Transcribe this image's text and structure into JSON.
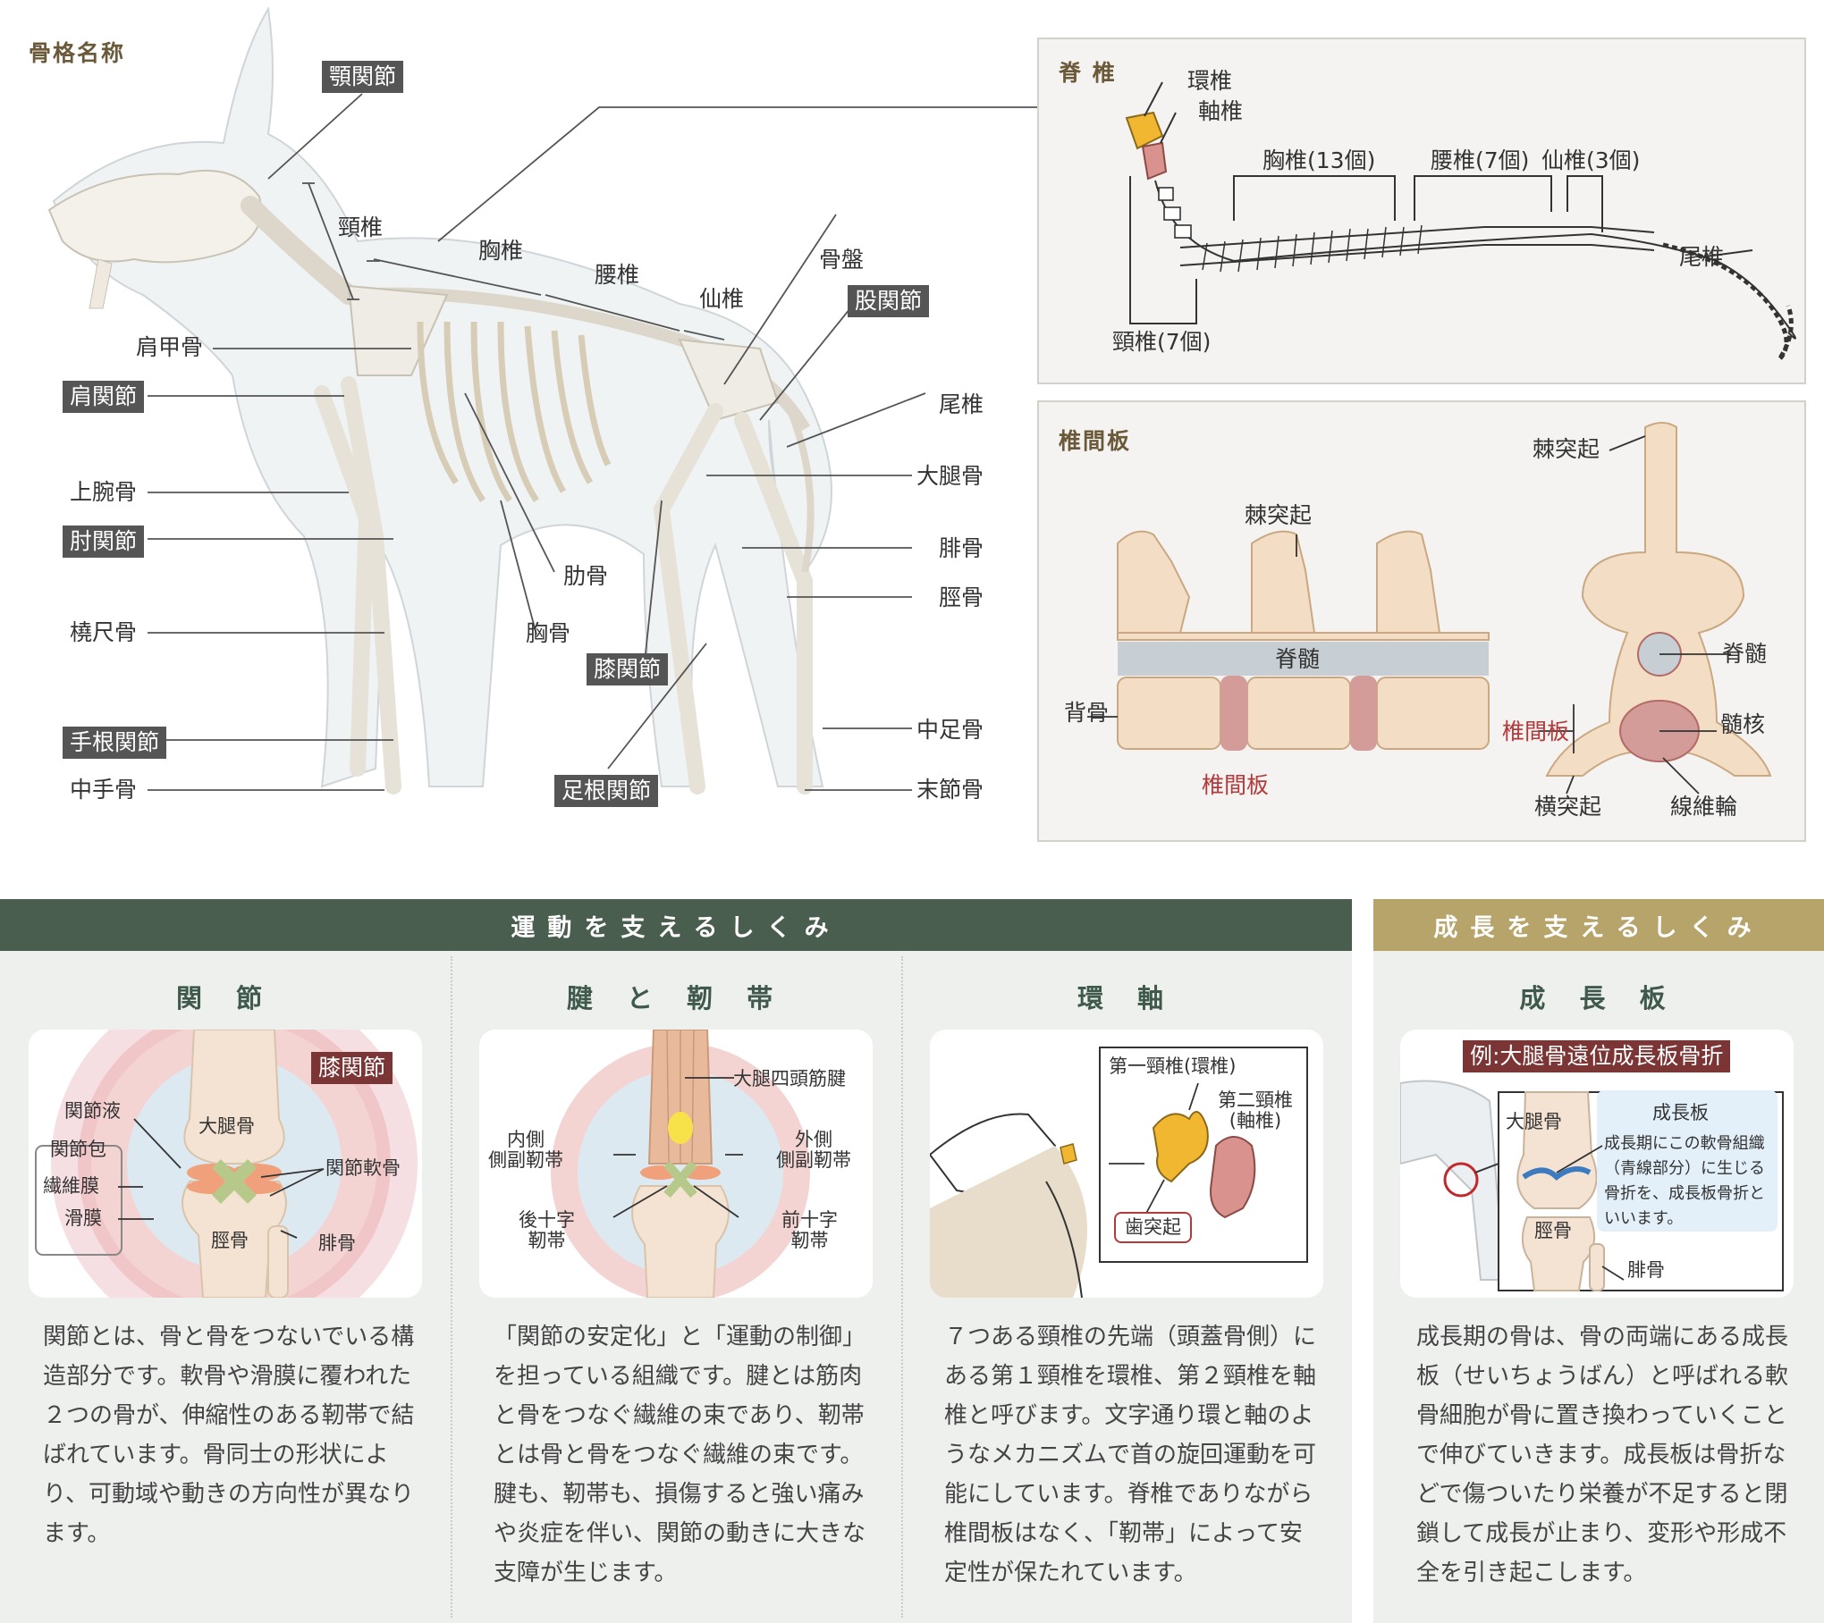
{
  "main": {
    "title": "骨格名称",
    "tags": {
      "jaw": "顎関節",
      "shoulder": "肩関節",
      "elbow": "肘関節",
      "carpal": "手根関節",
      "hip": "股関節",
      "knee": "膝関節",
      "tarsal": "足根関節"
    },
    "labels": {
      "cervical": "頸椎",
      "thoracic": "胸椎",
      "lumbar": "腰椎",
      "sacral": "仙椎",
      "pelvis": "骨盤",
      "scapula": "肩甲骨",
      "humerus": "上腕骨",
      "radius_ulna": "橈尺骨",
      "metacarpal": "中手骨",
      "rib": "肋骨",
      "sternum": "胸骨",
      "tail": "尾椎",
      "femur": "大腿骨",
      "fibula": "腓骨",
      "tibia": "脛骨",
      "metatarsal": "中足骨",
      "phalanx": "末節骨"
    }
  },
  "spine_panel": {
    "title": "脊 椎",
    "atlas": "環椎",
    "axis": "軸椎",
    "thoracic": "胸椎(13個)",
    "lumbar": "腰椎(7個)",
    "sacral": "仙椎(3個)",
    "tail": "尾椎",
    "cervical": "頸椎(7個)"
  },
  "disc_panel": {
    "title": "椎間板",
    "spinous1": "棘突起",
    "cord1": "脊髄",
    "back": "背骨",
    "disc1": "椎間板",
    "spinous2": "棘突起",
    "cord2": "脊髄",
    "disc2": "椎間板",
    "nucleus": "髄核",
    "transverse": "横突起",
    "annulus": "線維輪"
  },
  "bands": {
    "motion": "運動を支えるしくみ",
    "growth": "成長を支えるしくみ"
  },
  "columns": {
    "joint": {
      "title": "関 節",
      "tag": "膝関節",
      "fluid": "関節液",
      "capsule": "関節包",
      "fibrous": "繊維膜",
      "synovial": "滑膜",
      "femur": "大腿骨",
      "cartilage": "関節軟骨",
      "tibia": "脛骨",
      "fibula": "腓骨",
      "text": "関節とは、骨と骨をつないでいる構造部分です。軟骨や滑膜に覆われた２つの骨が、伸縮性のある靭帯で結ばれています。骨同士の形状により、可動域や動きの方向性が異なります。"
    },
    "tendon": {
      "title": "腱 と 靭 帯",
      "quad": "大腿四頭筋腱",
      "medial": "内側\n側副靭帯",
      "lateral": "外側\n側副靭帯",
      "posterior": "後十字\n靭帯",
      "anterior": "前十字\n靭帯",
      "text": "「関節の安定化」と「運動の制御」を担っている組織です。腱とは筋肉と骨をつなぐ繊維の束であり、靭帯とは骨と骨をつなぐ繊維の束です。腱も、靭帯も、損傷すると強い痛みや炎症を伴い、関節の動きに大きな支障が生じます。"
    },
    "atlas": {
      "title": "環 軸",
      "c1": "第一頸椎(環椎)",
      "c2": "第二頸椎\n(軸椎)",
      "dens": "歯突起",
      "text": "７つある頸椎の先端（頭蓋骨側）にある第１頸椎を環椎、第２頸椎を軸椎と呼びます。文字通り環と軸のようなメカニズムで首の旋回運動を可能にしています。脊椎でありながら椎間板はなく、「靭帯」によって安定性が保たれています。"
    },
    "growth": {
      "title": "成 長 板",
      "example": "例:大腿骨遠位成長板骨折",
      "femur": "大腿骨",
      "tibia": "脛骨",
      "fibula": "腓骨",
      "note_title": "成長板",
      "note_text": "成長期にこの軟骨組織（青線部分）に生じる骨折を、成長板骨折といいます。",
      "text": "成長期の骨は、骨の両端にある成長板（せいちょうばん）と呼ばれる軟骨細胞が骨に置き換わっていくことで伸びていきます。成長板は骨折などで傷ついたり栄養が不足すると閉鎖して成長が止まり、変形や形成不全を引き起こします。"
    }
  },
  "colors": {
    "motion_band": "#4a5e50",
    "growth_band": "#b7a46a",
    "disc_red": "#b23a3a",
    "tag_bg": "#555555",
    "bone": "#f3ddc4",
    "cord": "#c7cfd4"
  }
}
